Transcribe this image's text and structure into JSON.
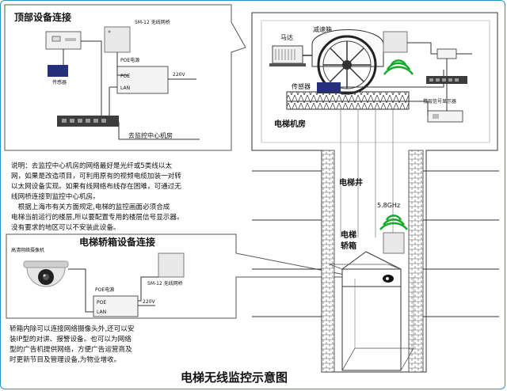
{
  "top_callout": {
    "title": "顶部设备连接",
    "bridge_label": "5M-12 无线网桥",
    "sensor_label": "传感器",
    "poe_title": "POE电源",
    "poe_port": "POE",
    "lan_port": "LAN",
    "voltage": "220V",
    "dest_label": "去监控中心机房"
  },
  "description": {
    "lines": [
      "说明：去监控中心机房的网络最好是光纤或5类线以太",
      "网，如果是改造项目，可利用原有的视频电缆加装一对转",
      "以太网设备实现。如果有线网络布线存在困难，可通过无",
      "线网桥连接到监控中心机房。",
      "　根据上海市有关方面规定,电梯的监控画面必须合成",
      "电梯当前运行的楼层,所以要配置专用的楼层信号显示器。",
      "没有要求的地区可以不安装此设备。"
    ]
  },
  "bottom_callout": {
    "title": "电梯轿箱设备连接",
    "camera_label": "高清网络摄像机",
    "bridge_label": "5M-12 无线网桥",
    "poe_title": "POE电源",
    "poe_port": "POE",
    "lan_port": "LAN",
    "voltage": "220V"
  },
  "car_note": {
    "lines": [
      "轿箱内除可以连接网络摄像头外,还可以安",
      "装IP型的对讲、报警设备。也可以为网络",
      "型的广告机提供网络，方便广告运营商及",
      "时更新节目及管理设备,为物业增收。"
    ]
  },
  "machine_room": {
    "motor_label": "马达",
    "gearbox_label": "减速箱",
    "sensor_label": "传感器",
    "floor_display_label": "楼层信号显示器",
    "room_label": "电梯机房"
  },
  "shaft": {
    "shaft_label": "电梯井",
    "frequency": "5.8GHz",
    "car_label_1": "电梯",
    "car_label_2": "轿箱"
  },
  "main_title": "电梯无线监控示意图",
  "colors": {
    "accent": "#2a8fc9",
    "sensor_blue": "#27307a",
    "signal_green": "#18a82a"
  }
}
